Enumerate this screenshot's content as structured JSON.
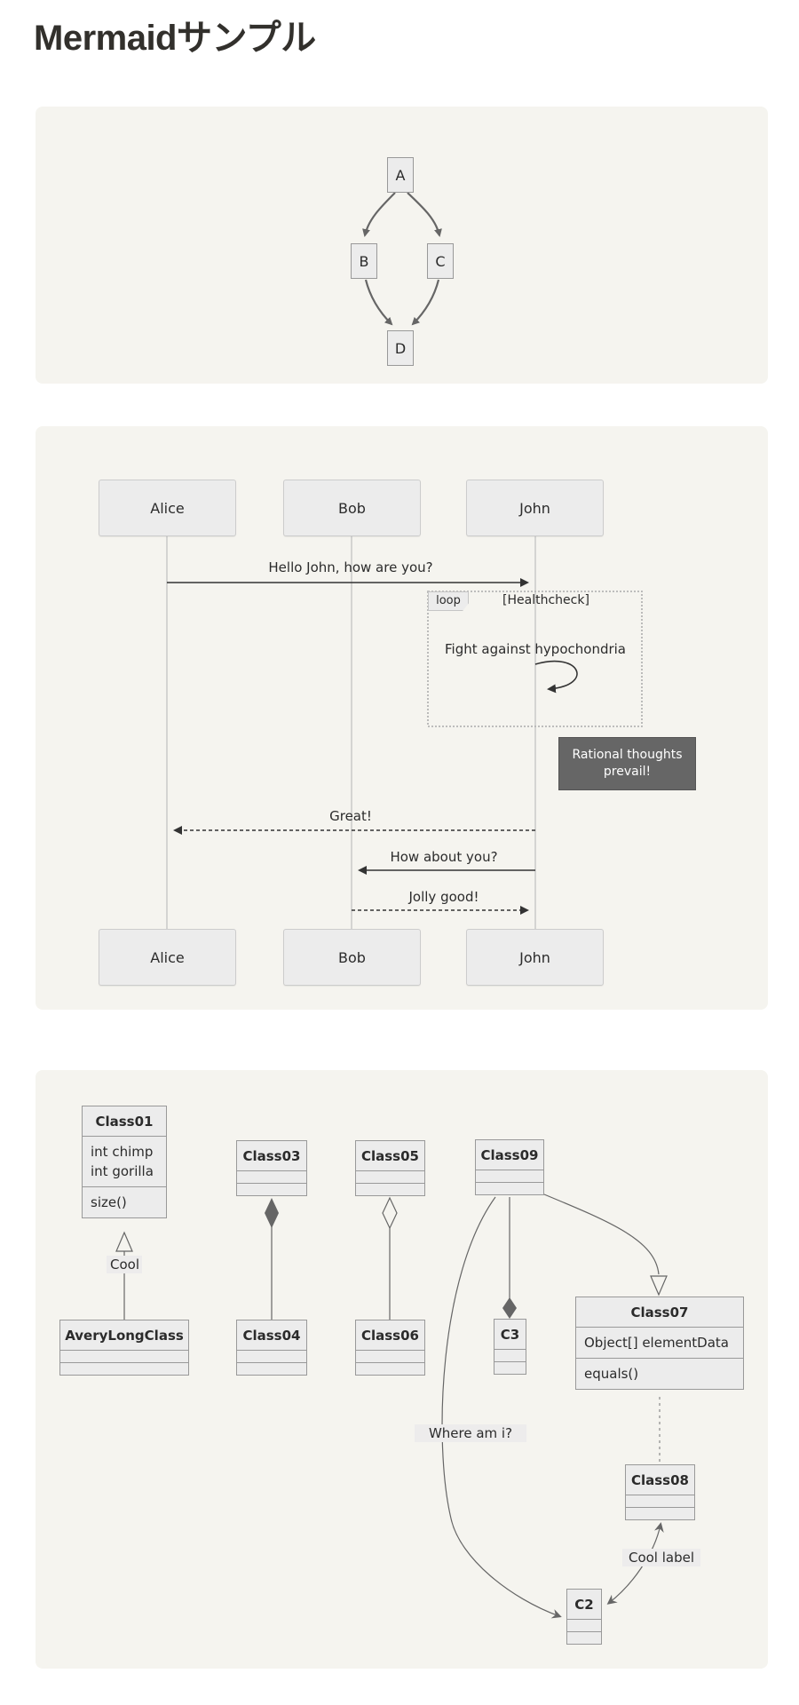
{
  "page": {
    "title": "Mermaidサンプル"
  },
  "colors": {
    "panel_bg": "#f5f4ef",
    "box_fill": "#ececec",
    "box_border": "#999999",
    "edge_color": "#666666",
    "message_color": "#333333",
    "note_bg": "#666666",
    "note_text": "#ffffff"
  },
  "flowchart": {
    "nodes": {
      "a": "A",
      "b": "B",
      "c": "C",
      "d": "D"
    },
    "edges": [
      "A->B",
      "A->C",
      "B->D",
      "C->D"
    ]
  },
  "sequence": {
    "actors": {
      "alice": "Alice",
      "bob": "Bob",
      "john": "John"
    },
    "messages": {
      "m1": "Hello John, how are you?",
      "m2": "Great!",
      "m3": "How about you?",
      "m4": "Jolly good!"
    },
    "loop_label": "loop",
    "loop_condition": "[Healthcheck]",
    "self_message": "Fight against hypochondria",
    "note_lines": {
      "0": "Rational thoughts",
      "1": "prevail!"
    }
  },
  "classdiagram": {
    "class01": {
      "title": "Class01",
      "attrs": {
        "0": "int chimp",
        "1": "int gorilla"
      },
      "methods": {
        "0": "size()"
      }
    },
    "averylongclass": {
      "title": "AveryLongClass"
    },
    "class03": {
      "title": "Class03"
    },
    "class04": {
      "title": "Class04"
    },
    "class05": {
      "title": "Class05"
    },
    "class06": {
      "title": "Class06"
    },
    "class09": {
      "title": "Class09"
    },
    "c3": {
      "title": "C3"
    },
    "class07": {
      "title": "Class07",
      "attrs": {
        "0": "Object[] elementData"
      },
      "methods": {
        "0": "equals()"
      }
    },
    "class08": {
      "title": "Class08"
    },
    "c2": {
      "title": "C2"
    },
    "labels": {
      "cool": "Cool",
      "where": "Where am i?",
      "cool_label": "Cool label"
    }
  }
}
